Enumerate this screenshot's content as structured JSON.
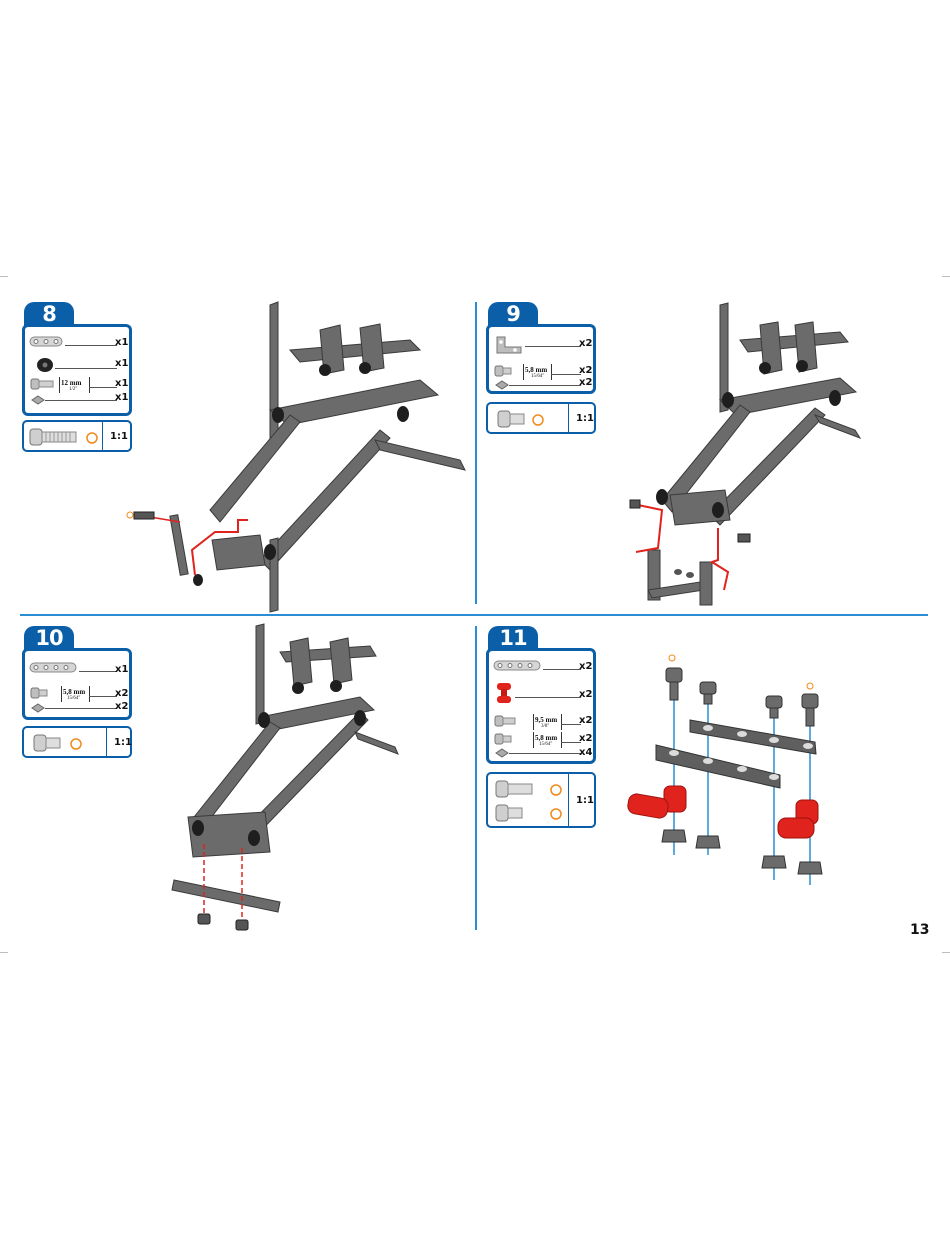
{
  "page_number": "13",
  "steps": [
    {
      "number": "8",
      "parts": [
        {
          "icon": "strip-short-icon",
          "qty": "x1"
        },
        {
          "icon": "spacer-icon",
          "qty": "x1"
        },
        {
          "icon": "screw-icon",
          "qty": "x1",
          "size": "12 mm",
          "size_imperial": "1/2\""
        },
        {
          "icon": "nut-icon",
          "qty": "x1"
        }
      ],
      "scale_label": "1:1"
    },
    {
      "number": "9",
      "parts": [
        {
          "icon": "angle-bracket-icon",
          "qty": "x2"
        },
        {
          "icon": "screw-icon",
          "qty": "x2",
          "size": "5,8 mm",
          "size_imperial": "15/64\""
        },
        {
          "icon": "nut-icon",
          "qty": "x2"
        }
      ],
      "scale_label": "1:1"
    },
    {
      "number": "10",
      "parts": [
        {
          "icon": "strip-long-icon",
          "qty": "x1"
        },
        {
          "icon": "screw-icon",
          "qty": "x2",
          "size": "5,8 mm",
          "size_imperial": "15/64\""
        },
        {
          "icon": "nut-icon",
          "qty": "x2"
        }
      ],
      "scale_label": "1:1"
    },
    {
      "number": "11",
      "parts": [
        {
          "icon": "strip-long-icon",
          "qty": "x2"
        },
        {
          "icon": "red-hinge-icon",
          "qty": "x2"
        },
        {
          "icon": "screw-icon",
          "qty": "x2",
          "size": "9,5 mm",
          "size_imperial": "3/8\""
        },
        {
          "icon": "screw-icon",
          "qty": "x2",
          "size": "5,8 mm",
          "size_imperial": "15/64\""
        },
        {
          "icon": "nut-icon",
          "qty": "x4"
        }
      ],
      "scale_label": "1:1"
    }
  ],
  "colors": {
    "step_blue": "#0b5fa8",
    "divider_blue": "#2b8ed4",
    "metal": "#6d6d6d",
    "red_part": "#e0231c",
    "guide_red": "#e0231c",
    "guide_blue": "#2b8ed4",
    "callout_orange": "#f08a1c"
  }
}
